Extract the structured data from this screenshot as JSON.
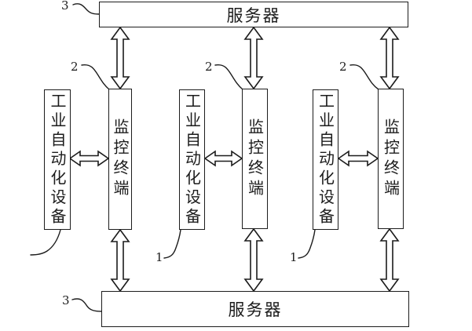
{
  "diagram": {
    "boxes": {
      "server_top": "服务器",
      "server_bottom": "服务器",
      "equipment": "工业自动化设备",
      "terminal": "监控终端"
    },
    "refs": {
      "equipment": "1",
      "terminal": "2",
      "server": "3"
    },
    "colors": {
      "line": "#1c1c1c",
      "background": "#ffffff"
    }
  }
}
